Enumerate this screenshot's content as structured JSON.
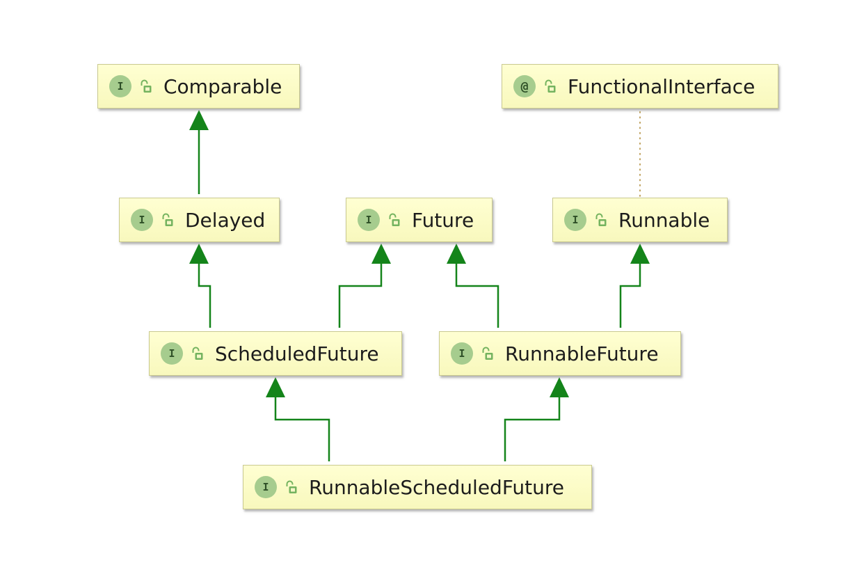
{
  "colors": {
    "node_fill": "#ffffd2",
    "node_border": "#c9c98f",
    "badge_fill": "#a6cc8e",
    "badge_text": "#2e4f27",
    "inheritance_edge": "#14841a",
    "annotation_edge": "#b08c3a"
  },
  "nodes": {
    "comparable": {
      "badge": "I",
      "name": "Comparable",
      "icon": "open-lock-icon"
    },
    "functional_interface": {
      "badge": "@",
      "name": "FunctionalInterface",
      "icon": "open-lock-icon"
    },
    "delayed": {
      "badge": "I",
      "name": "Delayed",
      "icon": "open-lock-icon"
    },
    "future": {
      "badge": "I",
      "name": "Future",
      "icon": "open-lock-icon"
    },
    "runnable": {
      "badge": "I",
      "name": "Runnable",
      "icon": "open-lock-icon"
    },
    "scheduled_future": {
      "badge": "I",
      "name": "ScheduledFuture",
      "icon": "open-lock-icon"
    },
    "runnable_future": {
      "badge": "I",
      "name": "RunnableFuture",
      "icon": "open-lock-icon"
    },
    "runnable_scheduled_future": {
      "badge": "I",
      "name": "RunnableScheduledFuture",
      "icon": "open-lock-icon"
    }
  },
  "edges": [
    {
      "from": "delayed",
      "to": "comparable",
      "kind": "extends"
    },
    {
      "from": "scheduled_future",
      "to": "delayed",
      "kind": "extends"
    },
    {
      "from": "scheduled_future",
      "to": "future",
      "kind": "extends"
    },
    {
      "from": "runnable_future",
      "to": "future",
      "kind": "extends"
    },
    {
      "from": "runnable_future",
      "to": "runnable",
      "kind": "extends"
    },
    {
      "from": "runnable_scheduled_future",
      "to": "scheduled_future",
      "kind": "extends"
    },
    {
      "from": "runnable_scheduled_future",
      "to": "runnable_future",
      "kind": "extends"
    },
    {
      "from": "runnable",
      "to": "functional_interface",
      "kind": "annotated-with"
    }
  ]
}
